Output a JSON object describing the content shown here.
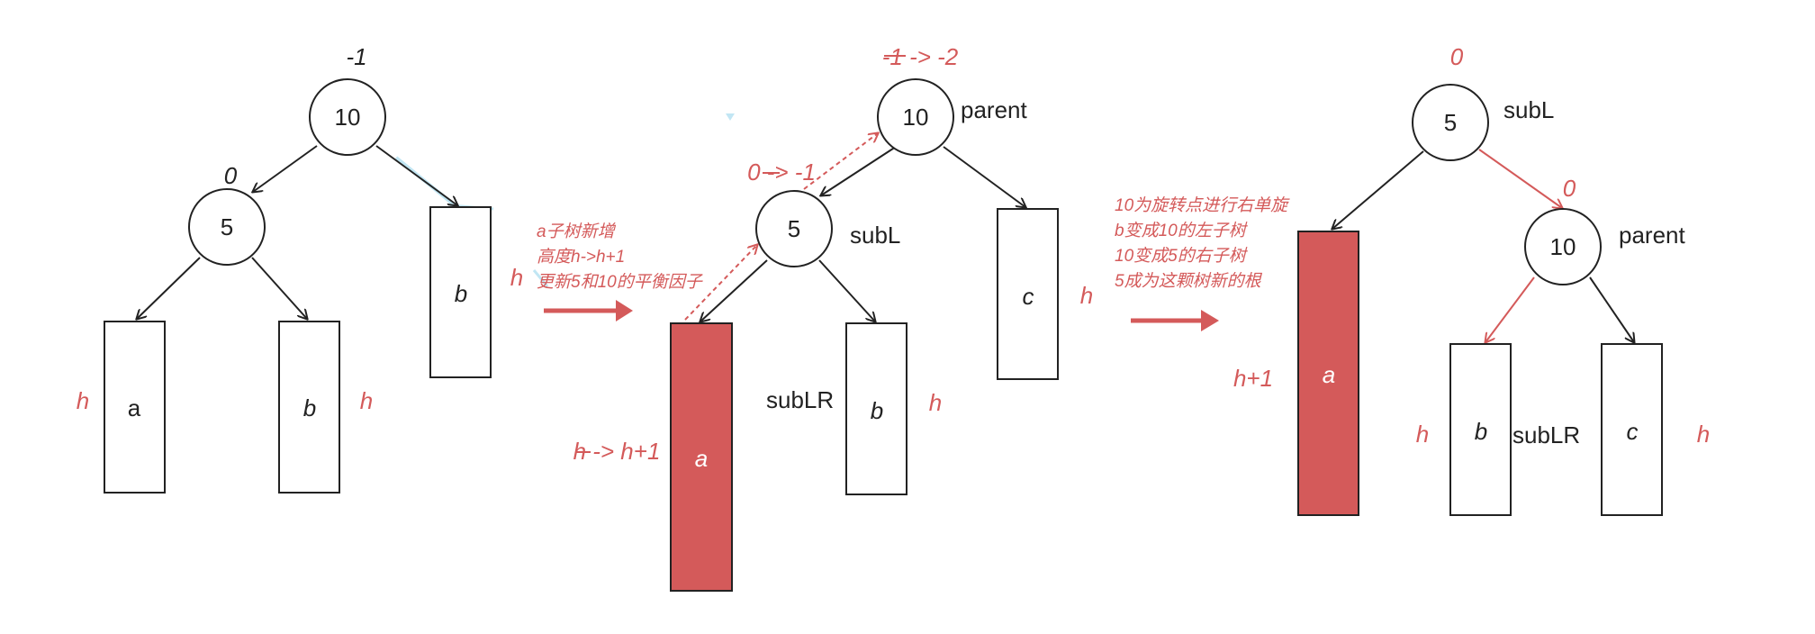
{
  "colors": {
    "accent_red": "#d45a5a",
    "ink": "#222222",
    "faint_blue": "#a8dcef"
  },
  "diagram1": {
    "bf_root": "-1",
    "bf_left": "0",
    "node_root": "10",
    "node_left": "5",
    "box_a": "a",
    "box_b_left": "b",
    "box_b_right": "b",
    "h_a": "h",
    "h_b_left": "h",
    "h_b_right": "h"
  },
  "step1_note": [
    "a子树新增",
    "高度h->h+1",
    "更新5和10的平衡因子"
  ],
  "diagram2": {
    "bf_root": "-1 -> -2",
    "bf_left": "0 -> -1",
    "node_root": "10",
    "node_left": "5",
    "label_parent": "parent",
    "label_subL": "subL",
    "label_subLR": "subLR",
    "box_a": "a",
    "box_b": "b",
    "box_c": "c",
    "h_a": "h -> h+1",
    "h_b": "h",
    "h_c": "h"
  },
  "step2_note": [
    "10为旋转点进行右单旋",
    "b变成10的左子树",
    "10变成5的右子树",
    "5成为这颗树新的根"
  ],
  "diagram3": {
    "bf_root": "0",
    "bf_right": "0",
    "node_root": "5",
    "node_right": "10",
    "label_subL": "subL",
    "label_parent": "parent",
    "label_subLR": "subLR",
    "box_a": "a",
    "box_b": "b",
    "box_c": "c",
    "h_a": "h+1",
    "h_b": "h",
    "h_c": "h"
  }
}
